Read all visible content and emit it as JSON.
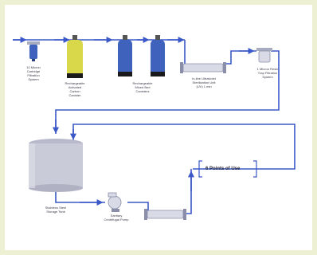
{
  "labels": {
    "cartridge_filter": [
      "10 Micron",
      "Cartridge",
      "Filtration",
      "System"
    ],
    "carbon_canister": [
      "Rechargeable",
      "Activated",
      "Carbon",
      "Canister"
    ],
    "mixed_bed": [
      "Rechargeable",
      "Mixed Bed",
      "Canisters"
    ],
    "uv_unit": [
      "In-line Ultraviolet",
      "Sterilization Unit",
      "(UV) 1 min"
    ],
    "bag_filter": [
      "1 Micron Resin",
      "Trap Filtration",
      "System"
    ],
    "storage_tank": [
      "Stainless Steel",
      "Storage Tank"
    ],
    "pump": [
      "Sanitary",
      "Centrifugal Pump"
    ],
    "points_of_use": "6 Points of Use"
  },
  "colors": {
    "pipe": "#3b58c8",
    "carbon_canister": "#d8d84a",
    "mixed_bed": "#3f62bd",
    "cartridge": "#3f62bd",
    "tank": "#c9cbd8",
    "equipment": "#d8dae6",
    "base": "#1a1a1a",
    "frame": "#eef0d4"
  }
}
